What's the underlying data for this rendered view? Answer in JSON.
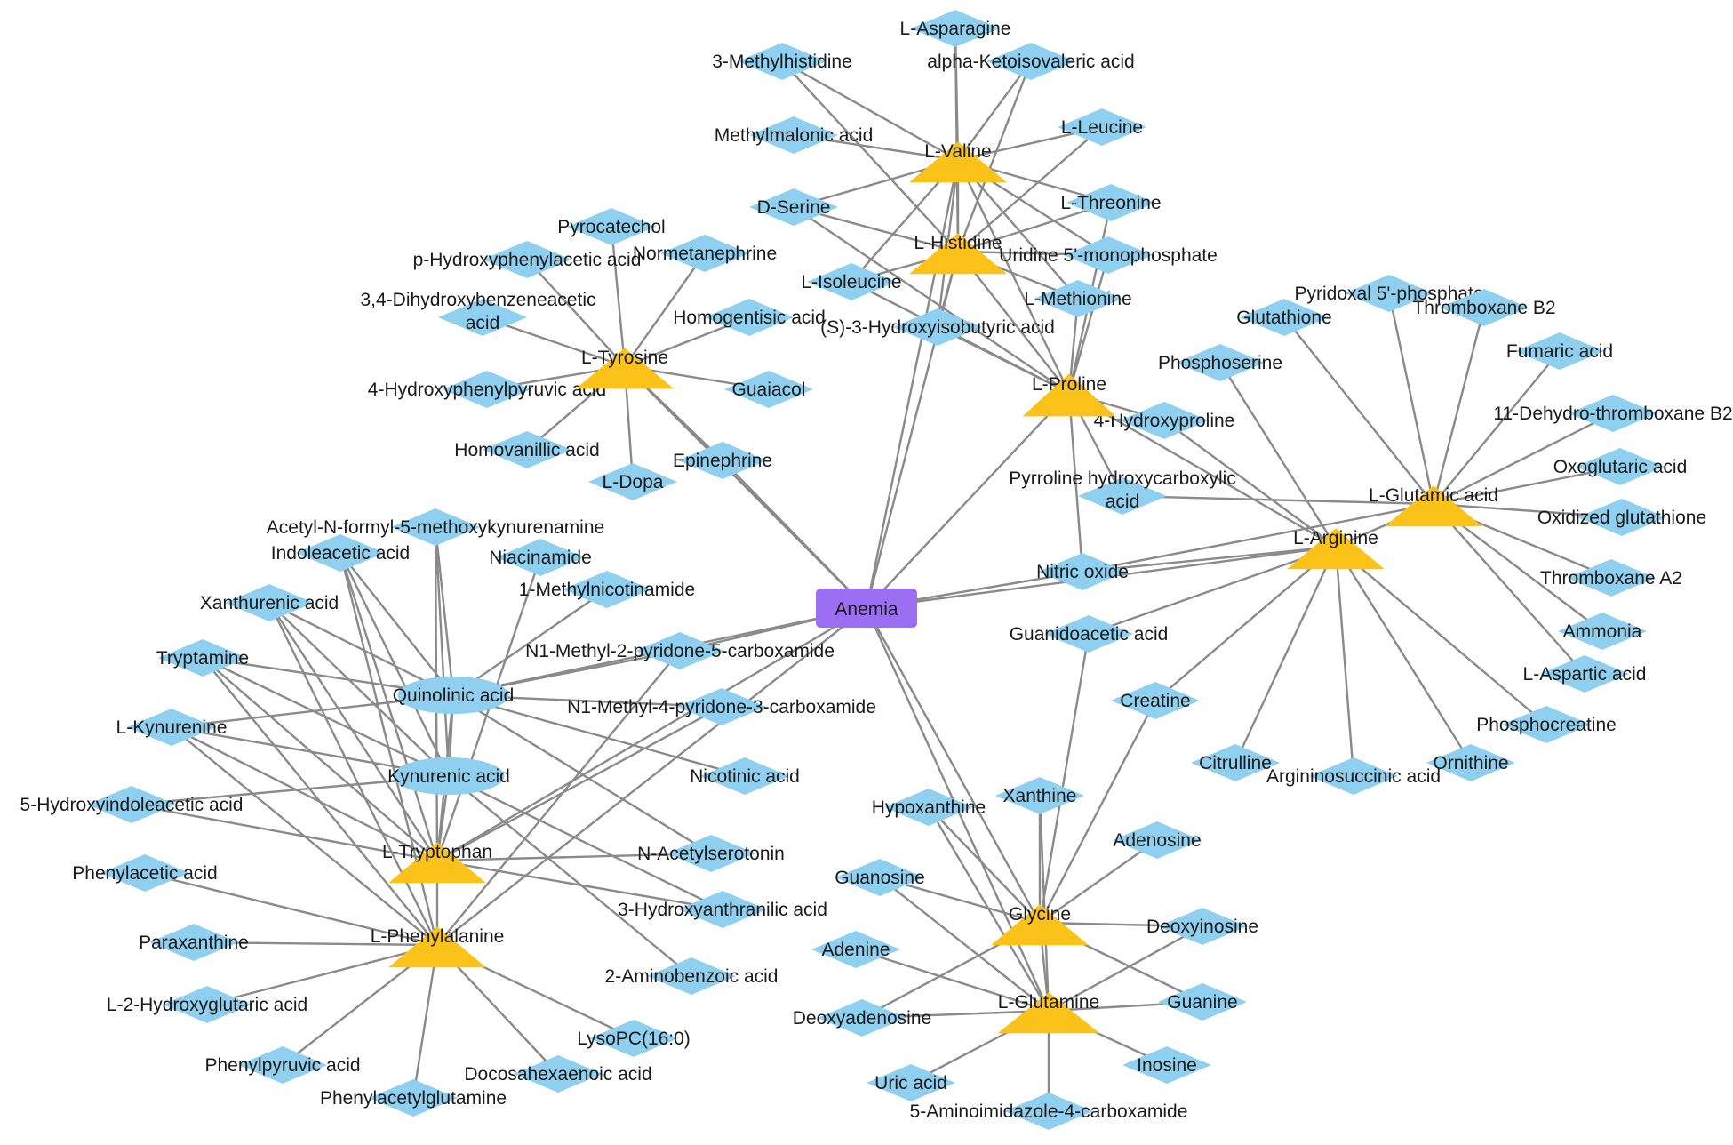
{
  "colors": {
    "disease": "#9b6ef3",
    "hub": "#fbc21a",
    "metabolite": "#8fcfef",
    "edge": "#8a8a8a"
  },
  "disease": {
    "id": "anemia",
    "label": "Anemia"
  },
  "hubs": [
    {
      "id": "val",
      "label": "L-Valine"
    },
    {
      "id": "his",
      "label": "L-Histidine"
    },
    {
      "id": "tyr",
      "label": "L-Tyrosine"
    },
    {
      "id": "pro",
      "label": "L-Proline"
    },
    {
      "id": "glu",
      "label": "L-Glutamic acid"
    },
    {
      "id": "arg",
      "label": "L-Arginine"
    },
    {
      "id": "trp",
      "label": "L-Tryptophan"
    },
    {
      "id": "phe",
      "label": "L-Phenylalanine"
    },
    {
      "id": "gly",
      "label": "Glycine"
    },
    {
      "id": "gln",
      "label": "L-Glutamine"
    }
  ],
  "metabolites": [
    {
      "id": "asn",
      "label": "L-Asparagine"
    },
    {
      "id": "mhis",
      "label": "3-Methylhistidine"
    },
    {
      "id": "akiv",
      "label": "alpha-Ketoisovaleric acid"
    },
    {
      "id": "mma",
      "label": "Methylmalonic acid"
    },
    {
      "id": "leu",
      "label": "L-Leucine"
    },
    {
      "id": "dser",
      "label": "D-Serine"
    },
    {
      "id": "thr",
      "label": "L-Threonine"
    },
    {
      "id": "ump",
      "label": "Uridine 5'-monophosphate"
    },
    {
      "id": "ile",
      "label": "L-Isoleucine"
    },
    {
      "id": "met",
      "label": "L-Methionine"
    },
    {
      "id": "hiba",
      "label": "(S)-3-Hydroxyisobutyric acid"
    },
    {
      "id": "pyc",
      "label": "Pyrocatechol"
    },
    {
      "id": "phpa",
      "label": "p-Hydroxyphenylacetic acid"
    },
    {
      "id": "nmn",
      "label": "Normetanephrine"
    },
    {
      "id": "dhba",
      "label": "3,4-Dihydroxybenzeneacetic acid"
    },
    {
      "id": "hga",
      "label": "Homogentisic acid"
    },
    {
      "id": "hppa",
      "label": "4-Hydroxyphenylpyruvic acid"
    },
    {
      "id": "gua",
      "label": "Guaiacol"
    },
    {
      "id": "hva",
      "label": "Homovanillic acid"
    },
    {
      "id": "epi",
      "label": "Epinephrine"
    },
    {
      "id": "dopa",
      "label": "L-Dopa"
    },
    {
      "id": "p5p",
      "label": "Pyridoxal 5'-phosphate"
    },
    {
      "id": "gsh",
      "label": "Glutathione"
    },
    {
      "id": "txb2",
      "label": "Thromboxane B2"
    },
    {
      "id": "fum",
      "label": "Fumaric acid"
    },
    {
      "id": "pser",
      "label": "Phosphoserine"
    },
    {
      "id": "dtxb2",
      "label": "11-Dehydro-thromboxane B2"
    },
    {
      "id": "hyp",
      "label": "4-Hydroxyproline"
    },
    {
      "id": "oxg",
      "label": "Oxoglutaric acid"
    },
    {
      "id": "phc",
      "label": "Pyrroline hydroxycarboxylic acid"
    },
    {
      "id": "gssg",
      "label": "Oxidized glutathione"
    },
    {
      "id": "no",
      "label": "Nitric oxide"
    },
    {
      "id": "txa2",
      "label": "Thromboxane A2"
    },
    {
      "id": "gaa",
      "label": "Guanidoacetic acid"
    },
    {
      "id": "nh3",
      "label": "Ammonia"
    },
    {
      "id": "asp",
      "label": "L-Aspartic acid"
    },
    {
      "id": "cre",
      "label": "Creatine"
    },
    {
      "id": "pcr",
      "label": "Phosphocreatine"
    },
    {
      "id": "cit",
      "label": "Citrulline"
    },
    {
      "id": "asa",
      "label": "Argininosuccinic acid"
    },
    {
      "id": "orn",
      "label": "Ornithine"
    },
    {
      "id": "afmk",
      "label": "Acetyl-N-formyl-5-methoxykynurenamine"
    },
    {
      "id": "iaa",
      "label": "Indoleacetic acid"
    },
    {
      "id": "nam",
      "label": "Niacinamide"
    },
    {
      "id": "mnam",
      "label": "1-Methylnicotinamide"
    },
    {
      "id": "xa",
      "label": "Xanthurenic acid"
    },
    {
      "id": "n2py",
      "label": "N1-Methyl-2-pyridone-5-carboxamide"
    },
    {
      "id": "tpa",
      "label": "Tryptamine"
    },
    {
      "id": "qa",
      "label": "Quinolinic acid"
    },
    {
      "id": "n4py",
      "label": "N1-Methyl-4-pyridone-3-carboxamide"
    },
    {
      "id": "kyn",
      "label": "L-Kynurenine"
    },
    {
      "id": "kyna",
      "label": "Kynurenic acid"
    },
    {
      "id": "na",
      "label": "Nicotinic acid"
    },
    {
      "id": "hiaa",
      "label": "5-Hydroxyindoleacetic acid"
    },
    {
      "id": "nas",
      "label": "N-Acetylserotonin"
    },
    {
      "id": "paa",
      "label": "Phenylacetic acid"
    },
    {
      "id": "haa",
      "label": "3-Hydroxyanthranilic acid"
    },
    {
      "id": "pxn",
      "label": "Paraxanthine"
    },
    {
      "id": "aba",
      "label": "2-Aminobenzoic acid"
    },
    {
      "id": "hga2",
      "label": "L-2-Hydroxyglutaric acid"
    },
    {
      "id": "lpc",
      "label": "LysoPC(16:0)"
    },
    {
      "id": "ppa",
      "label": "Phenylpyruvic acid"
    },
    {
      "id": "dha",
      "label": "Docosahexaenoic acid"
    },
    {
      "id": "pag",
      "label": "Phenylacetylglutamine"
    },
    {
      "id": "hx",
      "label": "Hypoxanthine"
    },
    {
      "id": "xan",
      "label": "Xanthine"
    },
    {
      "id": "ado",
      "label": "Adenosine"
    },
    {
      "id": "guo",
      "label": "Guanosine"
    },
    {
      "id": "dino",
      "label": "Deoxyinosine"
    },
    {
      "id": "ade",
      "label": "Adenine"
    },
    {
      "id": "dado",
      "label": "Deoxyadenosine"
    },
    {
      "id": "gun",
      "label": "Guanine"
    },
    {
      "id": "ino",
      "label": "Inosine"
    },
    {
      "id": "ua",
      "label": "Uric acid"
    },
    {
      "id": "aica",
      "label": "5-Aminoimidazole-4-carboxamide"
    }
  ],
  "edges": [
    [
      "anemia",
      "val"
    ],
    [
      "anemia",
      "his"
    ],
    [
      "anemia",
      "tyr"
    ],
    [
      "anemia",
      "pro"
    ],
    [
      "anemia",
      "arg"
    ],
    [
      "anemia",
      "trp"
    ],
    [
      "anemia",
      "phe"
    ],
    [
      "anemia",
      "gly"
    ],
    [
      "anemia",
      "gln"
    ],
    [
      "anemia",
      "epi"
    ],
    [
      "anemia",
      "no"
    ],
    [
      "anemia",
      "n2py"
    ],
    [
      "anemia",
      "qa"
    ],
    [
      "val",
      "asn"
    ],
    [
      "val",
      "mhis"
    ],
    [
      "val",
      "akiv"
    ],
    [
      "val",
      "mma"
    ],
    [
      "val",
      "leu"
    ],
    [
      "val",
      "dser"
    ],
    [
      "val",
      "thr"
    ],
    [
      "val",
      "ump"
    ],
    [
      "val",
      "ile"
    ],
    [
      "val",
      "met"
    ],
    [
      "val",
      "hiba"
    ],
    [
      "val",
      "pro"
    ],
    [
      "val",
      "his"
    ],
    [
      "his",
      "asn"
    ],
    [
      "his",
      "mhis"
    ],
    [
      "his",
      "akiv"
    ],
    [
      "his",
      "dser"
    ],
    [
      "his",
      "leu"
    ],
    [
      "his",
      "thr"
    ],
    [
      "his",
      "ump"
    ],
    [
      "his",
      "ile"
    ],
    [
      "his",
      "met"
    ],
    [
      "his",
      "hiba"
    ],
    [
      "his",
      "pro"
    ],
    [
      "pro",
      "hyp"
    ],
    [
      "pro",
      "phc"
    ],
    [
      "pro",
      "no"
    ],
    [
      "pro",
      "met"
    ],
    [
      "pro",
      "ump"
    ],
    [
      "pro",
      "thr"
    ],
    [
      "pro",
      "dser"
    ],
    [
      "pro",
      "ile"
    ],
    [
      "pro",
      "hiba"
    ],
    [
      "pro",
      "arg"
    ],
    [
      "tyr",
      "pyc"
    ],
    [
      "tyr",
      "phpa"
    ],
    [
      "tyr",
      "nmn"
    ],
    [
      "tyr",
      "dhba"
    ],
    [
      "tyr",
      "hga"
    ],
    [
      "tyr",
      "hppa"
    ],
    [
      "tyr",
      "gua"
    ],
    [
      "tyr",
      "hva"
    ],
    [
      "tyr",
      "dopa"
    ],
    [
      "tyr",
      "epi"
    ],
    [
      "glu",
      "p5p"
    ],
    [
      "glu",
      "gsh"
    ],
    [
      "glu",
      "txb2"
    ],
    [
      "glu",
      "fum"
    ],
    [
      "glu",
      "dtxb2"
    ],
    [
      "glu",
      "oxg"
    ],
    [
      "glu",
      "gssg"
    ],
    [
      "glu",
      "txa2"
    ],
    [
      "glu",
      "nh3"
    ],
    [
      "glu",
      "asp"
    ],
    [
      "glu",
      "phc"
    ],
    [
      "glu",
      "no"
    ],
    [
      "glu",
      "arg"
    ],
    [
      "arg",
      "pser"
    ],
    [
      "arg",
      "hyp"
    ],
    [
      "arg",
      "no"
    ],
    [
      "arg",
      "gaa"
    ],
    [
      "arg",
      "cre"
    ],
    [
      "arg",
      "cit"
    ],
    [
      "arg",
      "asa"
    ],
    [
      "arg",
      "orn"
    ],
    [
      "arg",
      "pcr"
    ],
    [
      "trp",
      "afmk"
    ],
    [
      "trp",
      "iaa"
    ],
    [
      "trp",
      "nam"
    ],
    [
      "trp",
      "xa"
    ],
    [
      "trp",
      "tpa"
    ],
    [
      "trp",
      "qa"
    ],
    [
      "trp",
      "kyn"
    ],
    [
      "trp",
      "kyna"
    ],
    [
      "trp",
      "hiaa"
    ],
    [
      "trp",
      "nas"
    ],
    [
      "trp",
      "haa"
    ],
    [
      "trp",
      "n4py"
    ],
    [
      "trp",
      "phe"
    ],
    [
      "qa",
      "afmk"
    ],
    [
      "qa",
      "iaa"
    ],
    [
      "qa",
      "mnam"
    ],
    [
      "qa",
      "xa"
    ],
    [
      "qa",
      "tpa"
    ],
    [
      "qa",
      "kyn"
    ],
    [
      "qa",
      "n4py"
    ],
    [
      "qa",
      "na"
    ],
    [
      "qa",
      "nas"
    ],
    [
      "qa",
      "n2py"
    ],
    [
      "qa",
      "kyna"
    ],
    [
      "kyna",
      "afmk"
    ],
    [
      "kyna",
      "iaa"
    ],
    [
      "kyna",
      "xa"
    ],
    [
      "kyna",
      "tpa"
    ],
    [
      "kyna",
      "hiaa"
    ],
    [
      "kyna",
      "haa"
    ],
    [
      "kyna",
      "aba"
    ],
    [
      "kyna",
      "kyn"
    ],
    [
      "phe",
      "paa"
    ],
    [
      "phe",
      "pxn"
    ],
    [
      "phe",
      "hga2"
    ],
    [
      "phe",
      "ppa"
    ],
    [
      "phe",
      "pag"
    ],
    [
      "phe",
      "dha"
    ],
    [
      "phe",
      "lpc"
    ],
    [
      "phe",
      "tpa"
    ],
    [
      "phe",
      "kyn"
    ],
    [
      "phe",
      "iaa"
    ],
    [
      "phe",
      "n2py"
    ],
    [
      "phe",
      "xa"
    ],
    [
      "gly",
      "gaa"
    ],
    [
      "gly",
      "xan"
    ],
    [
      "gly",
      "hx"
    ],
    [
      "gly",
      "ado"
    ],
    [
      "gly",
      "guo"
    ],
    [
      "gly",
      "dino"
    ],
    [
      "gly",
      "gun"
    ],
    [
      "gly",
      "cre"
    ],
    [
      "gly",
      "dado"
    ],
    [
      "gly",
      "gln"
    ],
    [
      "gln",
      "hx"
    ],
    [
      "gln",
      "xan"
    ],
    [
      "gln",
      "guo"
    ],
    [
      "gln",
      "ade"
    ],
    [
      "gln",
      "dado"
    ],
    [
      "gln",
      "gun"
    ],
    [
      "gln",
      "ino"
    ],
    [
      "gln",
      "ua"
    ],
    [
      "gln",
      "aica"
    ],
    [
      "gln",
      "dino"
    ]
  ]
}
